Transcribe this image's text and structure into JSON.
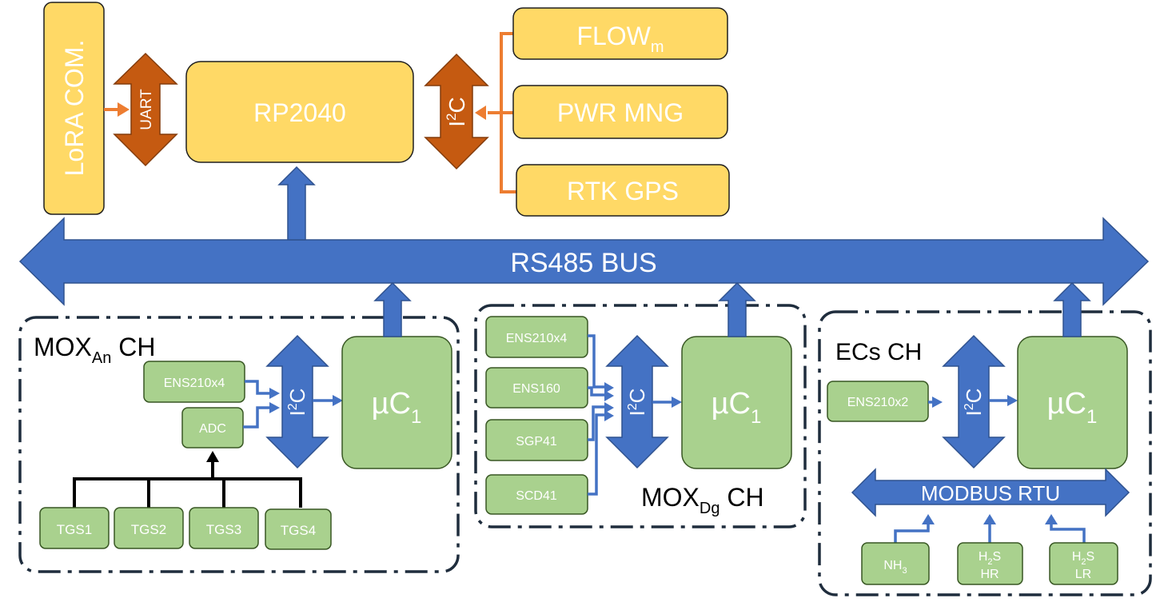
{
  "colors": {
    "yellow_box": "#FFD966",
    "green_box": "#A9D18E",
    "blue_arrow": "#4472C4",
    "orange_arrow": "#C55A11",
    "orange_line": "#ED7D31",
    "frame": "#1F2D3D"
  },
  "top": {
    "lora": "LoRA COM.",
    "uart": "UART",
    "rp2040": "RP2040",
    "i2c_main": "I",
    "i2c_main_sup": "2",
    "i2c_main_end": "C",
    "flow": "FLOW",
    "flow_sub": "m",
    "pwr": "PWR MNG",
    "rtk": "RTK GPS"
  },
  "bus": {
    "label": "RS485 BUS"
  },
  "mox_an": {
    "title": "MOX",
    "title_sub": "An",
    "title_end": " CH",
    "ens210": "ENS210x4",
    "adc": "ADC",
    "i2c": "I",
    "i2c_sup": "2",
    "i2c_end": "C",
    "uc": "µC",
    "uc_sub": "1",
    "tgs": [
      "TGS1",
      "TGS2",
      "TGS3",
      "TGS4"
    ]
  },
  "mox_dg": {
    "title": "MOX",
    "title_sub": "Dg",
    "title_end": " CH",
    "sensors": [
      "ENS210x4",
      "ENS160",
      "SGP41",
      "SCD41"
    ],
    "i2c": "I",
    "i2c_sup": "2",
    "i2c_end": "C",
    "uc": "µC",
    "uc_sub": "1"
  },
  "ecs": {
    "title": "ECs CH",
    "ens210": "ENS210x2",
    "i2c": "I",
    "i2c_sup": "2",
    "i2c_end": "C",
    "uc": "µC",
    "uc_sub": "1",
    "modbus": "MODBUS RTU",
    "nh3": "NH",
    "nh3_sub": "3",
    "h2s_hr_a": "H",
    "h2s_hr_sub": "2",
    "h2s_hr_b": "S",
    "h2s_hr_c": "HR",
    "h2s_lr_a": "H",
    "h2s_lr_sub": "2",
    "h2s_lr_b": "S",
    "h2s_lr_c": "LR"
  }
}
